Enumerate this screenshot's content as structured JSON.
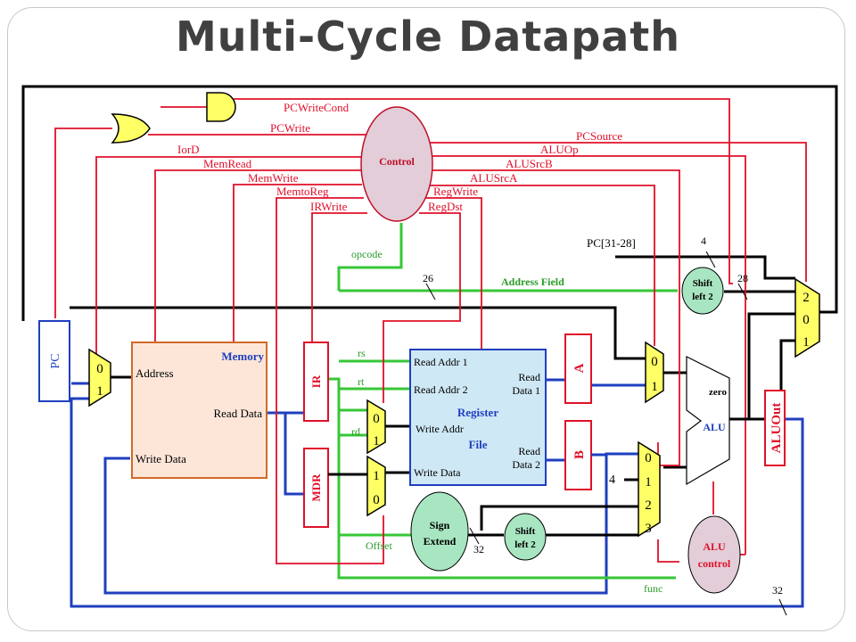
{
  "title": "Multi-Cycle Datapath",
  "colors": {
    "black": "#000000",
    "control_red": "#e0102a",
    "bus_blue": "#1f3fbf",
    "bus_green": "#36c736",
    "mux_yellow": "#ffff66",
    "memory_fill": "#fde6d8",
    "memory_border": "#d06a2a",
    "regfile_fill": "#cfe8f5",
    "control_fill": "#e2cdd8",
    "sign_extend_fill": "#a8e6c2",
    "label_blue": "#1f3fbf",
    "label_green": "#2a9d2a"
  },
  "control_unit": {
    "label": "Control"
  },
  "control_signals": {
    "pcwritecond": "PCWriteCond",
    "pcwrite": "PCWrite",
    "iord": "IorD",
    "memread": "MemRead",
    "memwrite": "MemWrite",
    "memtoreg": "MemtoReg",
    "irwrite": "IRWrite",
    "pcsource": "PCSource",
    "aluop": "ALUOp",
    "alusrcb": "ALUSrcB",
    "alusrca": "ALUSrcA",
    "regwrite": "RegWrite",
    "regdst": "RegDst"
  },
  "components": {
    "pc": "PC",
    "memory": {
      "title": "Memory",
      "address": "Address",
      "read_data": "Read Data",
      "write_data": "Write Data"
    },
    "ir": "IR",
    "mdr": "MDR",
    "register_file": {
      "read_addr_1": "Read Addr 1",
      "read_addr_2": "Read Addr 2",
      "write_addr": "Write Addr",
      "write_data": "Write Data",
      "read_data_1": [
        "Read",
        "Data 1"
      ],
      "read_data_2": [
        "Read",
        "Data 2"
      ],
      "name_1": "Register",
      "name_2": "File"
    },
    "reg_a": "A",
    "reg_b": "B",
    "alu": {
      "label": "ALU",
      "zero": "zero"
    },
    "aluout": "ALUOut",
    "sign_extend": [
      "Sign",
      "Extend"
    ],
    "shift_left_bottom": [
      "Shift",
      "left 2"
    ],
    "shift_left_top": [
      "Shift",
      "left 2"
    ],
    "alu_control": [
      "ALU",
      "control"
    ]
  },
  "muxes": {
    "iord": [
      "0",
      "1"
    ],
    "regdst": [
      "0",
      "1"
    ],
    "memtoreg": [
      "1",
      "0"
    ],
    "alusrca": [
      "0",
      "1"
    ],
    "alusrcb": [
      "0",
      "1",
      "2",
      "3"
    ],
    "pcsource": [
      "2",
      "0",
      "1"
    ]
  },
  "bus_labels": {
    "opcode": "opcode",
    "rs": "rs",
    "rt": "rt",
    "rd": "rd",
    "offset": "Offset",
    "func": "func",
    "address_field": "Address Field",
    "pc_upper": "PC[31-28]",
    "const_four": "4",
    "width_26": "26",
    "width_28": "28",
    "width_4": "4",
    "width_32_sign": "32",
    "width_32_bottom": "32"
  }
}
